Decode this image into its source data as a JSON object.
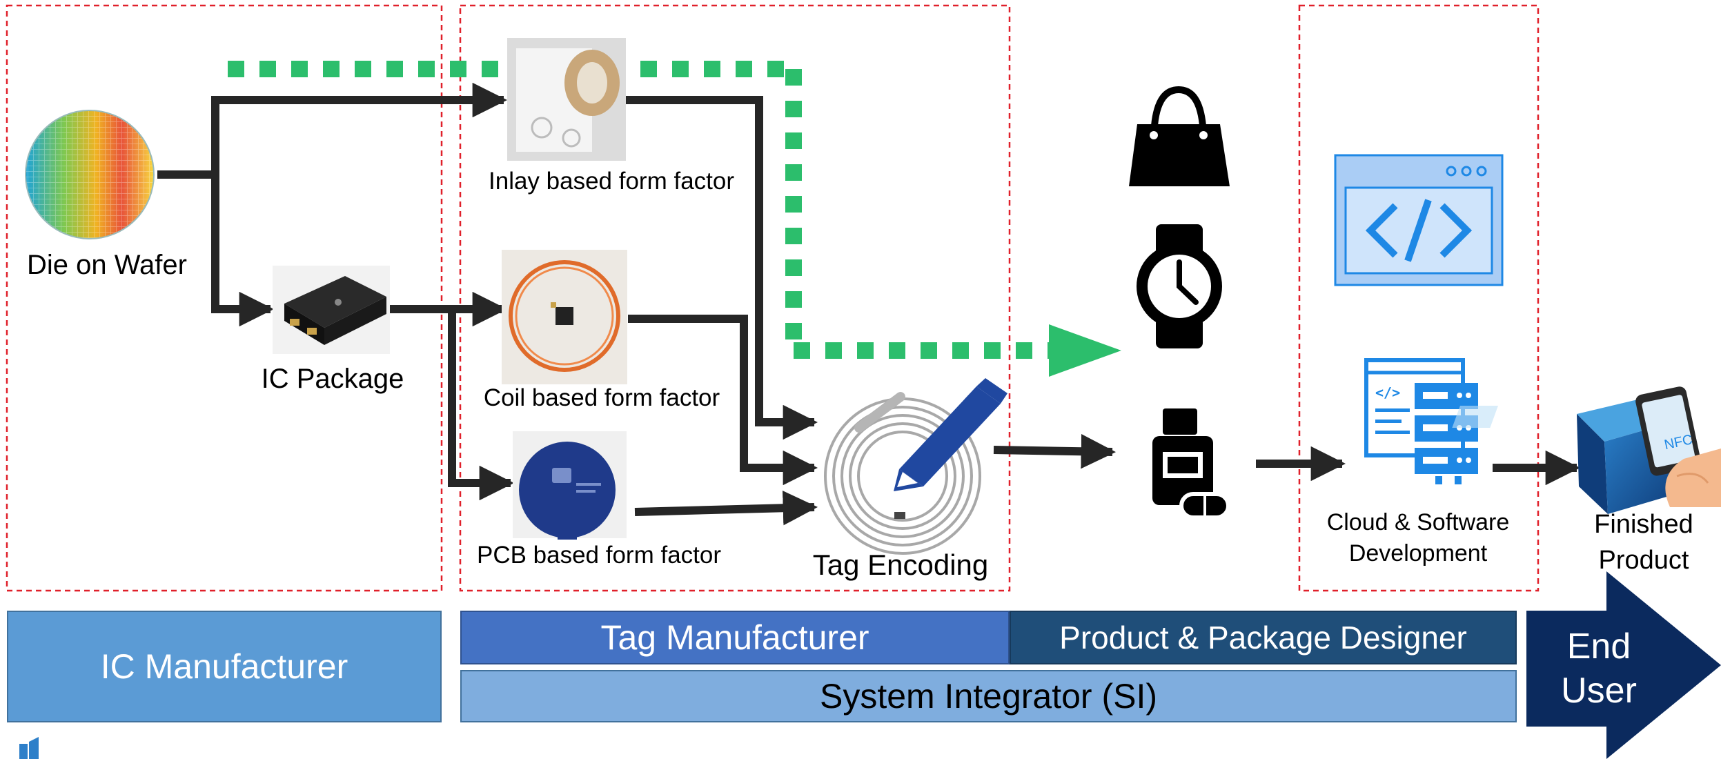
{
  "labels": {
    "die_on_wafer": "Die on Wafer",
    "ic_package": "IC Package",
    "inlay": "Inlay based form factor",
    "coil": "Coil based form factor",
    "pcb": "PCB based form factor",
    "tag_encoding": "Tag Encoding",
    "cloud_line1": "Cloud & Software",
    "cloud_line2": "Development",
    "finished_line1": "Finished",
    "finished_line2": "Product"
  },
  "bars": {
    "ic_manufacturer": "IC Manufacturer",
    "tag_manufacturer": "Tag Manufacturer",
    "product_package_designer": "Product & Package Designer",
    "system_integrator": "System Integrator (SI)",
    "end_user_line1": "End",
    "end_user_line2": "User"
  },
  "colors": {
    "dashed_box": "#e0202a",
    "arrow": "#262626",
    "green_path": "#2cbe6c",
    "ic_manufacturer": "#5b9bd5",
    "tag_manufacturer": "#4472c4",
    "product_package": "#1f4e79",
    "system_integrator": "#7fadde",
    "end_user": "#0b2a5e",
    "icon_blue": "#1e88e5"
  },
  "icons": [
    "wafer-icon",
    "ic-chip-icon",
    "inlay-roll-icon",
    "coil-tag-icon",
    "pcb-tag-icon",
    "nfc-coil-icon",
    "pen-icon",
    "handbag-icon",
    "watch-icon",
    "medicine-bottle-icon",
    "code-window-icon",
    "server-icon",
    "nfc-phone-icon",
    "logo-icon"
  ]
}
